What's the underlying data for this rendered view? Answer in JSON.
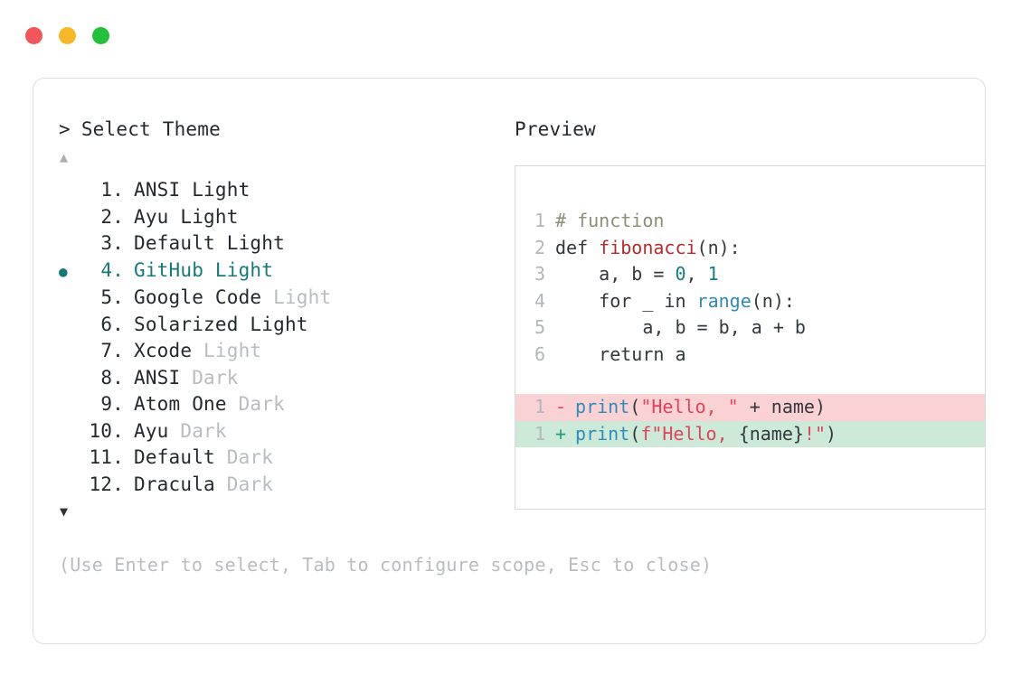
{
  "window": {
    "traffic_lights": [
      {
        "name": "close",
        "color": "#f2555a"
      },
      {
        "name": "minimize",
        "color": "#f7b828"
      },
      {
        "name": "maximize",
        "color": "#23c03c"
      }
    ]
  },
  "prompt": {
    "caret": ">",
    "label": "Select Theme"
  },
  "scroll": {
    "up_glyph": "▲",
    "down_glyph": "▼"
  },
  "selection": {
    "bullet": "●",
    "selected_index": 4,
    "accent_color": "#147a77"
  },
  "themes": [
    {
      "num": "1.",
      "name": "ANSI",
      "variant": "Light",
      "variant_muted": false,
      "selected": false
    },
    {
      "num": "2.",
      "name": "Ayu",
      "variant": "Light",
      "variant_muted": false,
      "selected": false
    },
    {
      "num": "3.",
      "name": "Default",
      "variant": "Light",
      "variant_muted": false,
      "selected": false
    },
    {
      "num": "4.",
      "name": "GitHub",
      "variant": "Light",
      "variant_muted": false,
      "selected": true
    },
    {
      "num": "5.",
      "name": "Google Code",
      "variant": "Light",
      "variant_muted": true,
      "selected": false
    },
    {
      "num": "6.",
      "name": "Solarized",
      "variant": "Light",
      "variant_muted": false,
      "selected": false
    },
    {
      "num": "7.",
      "name": "Xcode",
      "variant": "Light",
      "variant_muted": true,
      "selected": false
    },
    {
      "num": "8.",
      "name": "ANSI",
      "variant": "Dark",
      "variant_muted": true,
      "selected": false
    },
    {
      "num": "9.",
      "name": "Atom One",
      "variant": "Dark",
      "variant_muted": true,
      "selected": false
    },
    {
      "num": "10.",
      "name": "Ayu",
      "variant": "Dark",
      "variant_muted": true,
      "selected": false
    },
    {
      "num": "11.",
      "name": "Default",
      "variant": "Dark",
      "variant_muted": true,
      "selected": false
    },
    {
      "num": "12.",
      "name": "Dracula",
      "variant": "Dark",
      "variant_muted": true,
      "selected": false
    }
  ],
  "preview": {
    "label": "Preview",
    "code_lines": [
      {
        "ln": "1",
        "tokens": [
          {
            "t": "# function",
            "c": "comment"
          }
        ]
      },
      {
        "ln": "2",
        "tokens": [
          {
            "t": "def ",
            "c": "keyword"
          },
          {
            "t": "fibonacci",
            "c": "func"
          },
          {
            "t": "(n):",
            "c": "punc"
          }
        ]
      },
      {
        "ln": "3",
        "tokens": [
          {
            "t": "    a, b = ",
            "c": "plain"
          },
          {
            "t": "0",
            "c": "num"
          },
          {
            "t": ", ",
            "c": "plain"
          },
          {
            "t": "1",
            "c": "num"
          }
        ]
      },
      {
        "ln": "4",
        "tokens": [
          {
            "t": "    for _ in ",
            "c": "plain"
          },
          {
            "t": "range",
            "c": "builtin"
          },
          {
            "t": "(n):",
            "c": "punc"
          }
        ]
      },
      {
        "ln": "5",
        "tokens": [
          {
            "t": "        a, b = b, a + b",
            "c": "plain"
          }
        ]
      },
      {
        "ln": "6",
        "tokens": [
          {
            "t": "    return a",
            "c": "plain"
          }
        ]
      }
    ],
    "diff_lines": [
      {
        "kind": "del",
        "ln": "1",
        "sign": "-",
        "tokens": [
          {
            "t": "print",
            "c": "builtin"
          },
          {
            "t": "(",
            "c": "punc"
          },
          {
            "t": "\"Hello, \"",
            "c": "string"
          },
          {
            "t": " + name)",
            "c": "plain"
          }
        ]
      },
      {
        "kind": "add",
        "ln": "1",
        "sign": "+",
        "tokens": [
          {
            "t": "print",
            "c": "builtin"
          },
          {
            "t": "(",
            "c": "punc"
          },
          {
            "t": "f\"Hello, ",
            "c": "string"
          },
          {
            "t": "{name}",
            "c": "plain"
          },
          {
            "t": "!\"",
            "c": "string"
          },
          {
            "t": ")",
            "c": "punc"
          }
        ]
      }
    ]
  },
  "hint": "(Use Enter to select, Tab to configure scope, Esc to close)"
}
